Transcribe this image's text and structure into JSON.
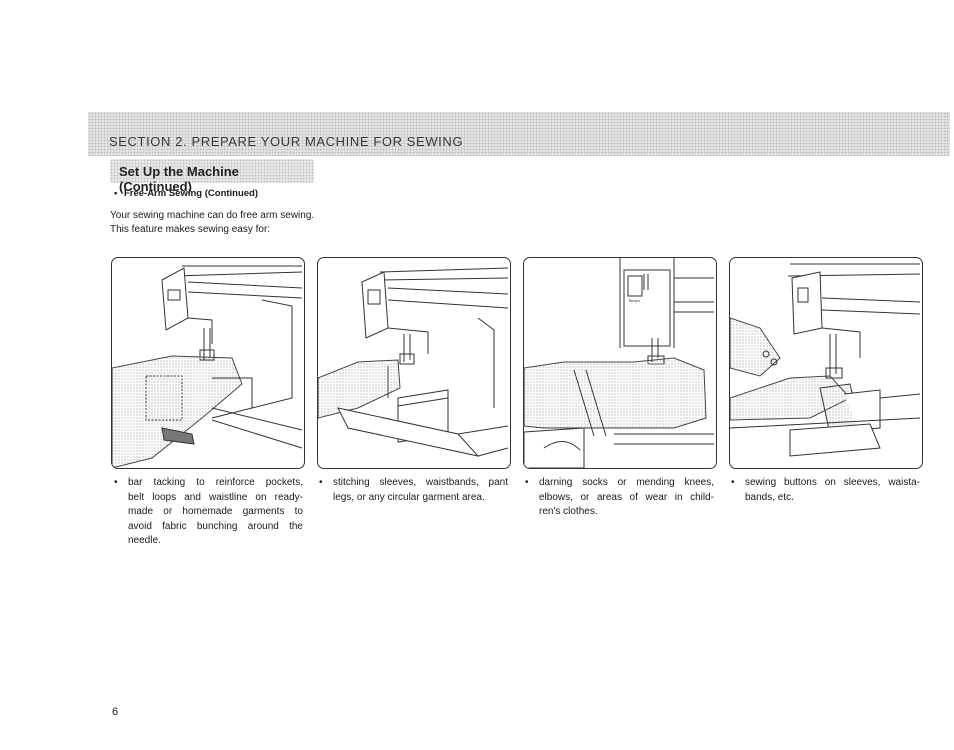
{
  "section": {
    "title": "SECTION 2.   PREPARE YOUR MACHINE FOR SEWING"
  },
  "subheading": "Set Up the Machine (Continued)",
  "topic": {
    "bullet": "•",
    "title": "Free-Arm Sewing (Continued)"
  },
  "intro": [
    "Your sewing machine can do free arm sewing.",
    "This feature makes sewing easy for:"
  ],
  "illustrations": [
    {
      "machine_label": ""
    },
    {
      "machine_label": ""
    },
    {
      "machine_label": "Tempo"
    },
    {
      "machine_label": ""
    }
  ],
  "uses": [
    {
      "bullet": "•",
      "lines": [
        "bar tacking to reinforce pockets,",
        "belt loops and waistline on ready-",
        "made or homemade garments to",
        "avoid fabric bunching around the",
        "needle."
      ]
    },
    {
      "bullet": "•",
      "lines": [
        "stitching sleeves, waistbands, pant",
        "legs, or any circular garment area."
      ]
    },
    {
      "bullet": "•",
      "lines": [
        "darning socks or mending knees,",
        "elbows, or areas of wear in child-",
        "ren's clothes."
      ]
    },
    {
      "bullet": "•",
      "lines": [
        "sewing buttons on sleeves, waista-",
        "bands, etc."
      ]
    }
  ],
  "page_number": "6"
}
